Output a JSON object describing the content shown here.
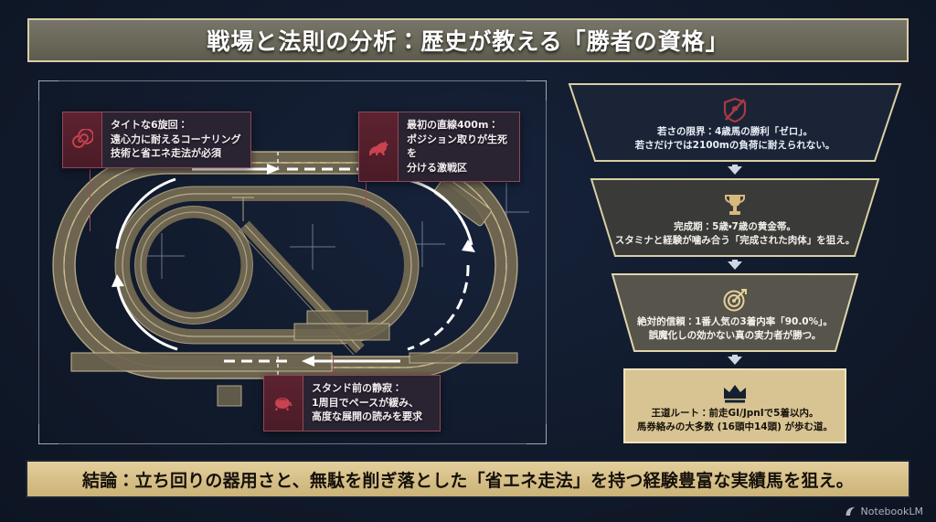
{
  "header": {
    "title": "戦場と法則の分析：歴史が教える「勝者の資格」"
  },
  "diagram": {
    "name": "racecourse-schematic",
    "callouts": [
      {
        "id": "corner",
        "icon": "spiral-icon",
        "text": "タイトな6旋回：\n遠心力に耐えるコーナリング\n技術と省エネ走法が必須"
      },
      {
        "id": "straight",
        "icon": "galloping-horse-icon",
        "text": "最初の直線400m：\nポジション取りが生死を\n分ける激戦区"
      },
      {
        "id": "stand",
        "icon": "turtle-icon",
        "text": "スタンド前の静寂：\n1周目でペースが緩み、\n高度な展開の読みを要求"
      }
    ]
  },
  "funnel": {
    "steps": [
      {
        "icon": "shield-slash-icon",
        "text": "若さの限界：4歳馬の勝利「ゼロ」。\n若さだけでは2100mの負荷に耐えられない。",
        "fill": "#1b2436",
        "stroke": "#d9cfa4",
        "text_color": "#e9eef6",
        "icon_color": "#a63a44"
      },
      {
        "icon": "trophy-icon",
        "text": "完成期：5歳・7歳の黄金帯。\nスタミナと経験が噛み合う「完成された肉体」を狙え。",
        "fill": "#3a3a38",
        "stroke": "#d9cfa4",
        "text_color": "#f2f0ea",
        "icon_color": "#d7b97e"
      },
      {
        "icon": "target-dart-icon",
        "text": "絶対的信頼：1番人気の3着内率「90.0%」。\n誤魔化しの効かない真の実力者が勝つ。",
        "fill": "#56544b",
        "stroke": "#e0d6ac",
        "text_color": "#f7f5ee",
        "icon_color": "#e6d09a"
      },
      {
        "icon": "crown-icon",
        "text": "王道ルート：前走GI/JpnIで5着以内。\n馬券絡みの大多数 (16頭中14頭) が歩む道。",
        "fill": "#d8c493",
        "stroke": "#efe3bd",
        "text_color": "#17120a",
        "icon_color": "#14202f"
      }
    ]
  },
  "conclusion": {
    "text": "結論：立ち回りの器用さと、無駄を削ぎ落とした「省エネ走法」を持つ経験豊富な実績馬を狙え。"
  },
  "watermark": {
    "label": "NotebookLM"
  },
  "colors": {
    "background": "#121c2e",
    "accent_gold": "#d9cfa4",
    "accent_red": "#8d4a5b",
    "track_fill": "#6d6550",
    "track_edge": "#cdbf96",
    "arrow_white": "#ffffff"
  }
}
